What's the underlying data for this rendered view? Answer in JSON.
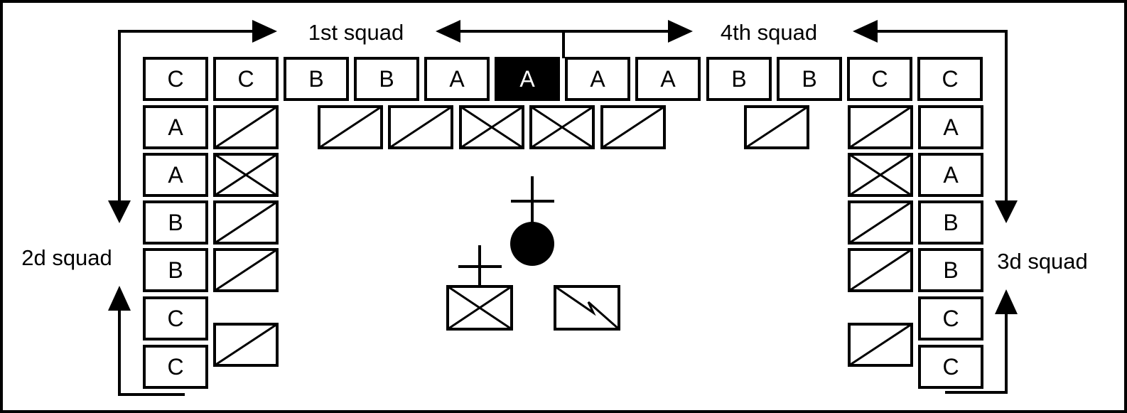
{
  "labels": {
    "squad_top_left": "1st squad",
    "squad_top_right": "4th squad",
    "squad_left": "2d squad",
    "squad_right": "3d squad"
  },
  "top_row": [
    "C",
    "C",
    "B",
    "B",
    "A",
    "A",
    "A",
    "A",
    "B",
    "B",
    "C",
    "C"
  ],
  "top_row_highlight_index": 5,
  "left_column": [
    "A",
    "A",
    "B",
    "B",
    "C",
    "C"
  ],
  "right_column": [
    "A",
    "A",
    "B",
    "B",
    "C",
    "C"
  ],
  "colors": {
    "ink": "#000000",
    "paper": "#ffffff"
  }
}
